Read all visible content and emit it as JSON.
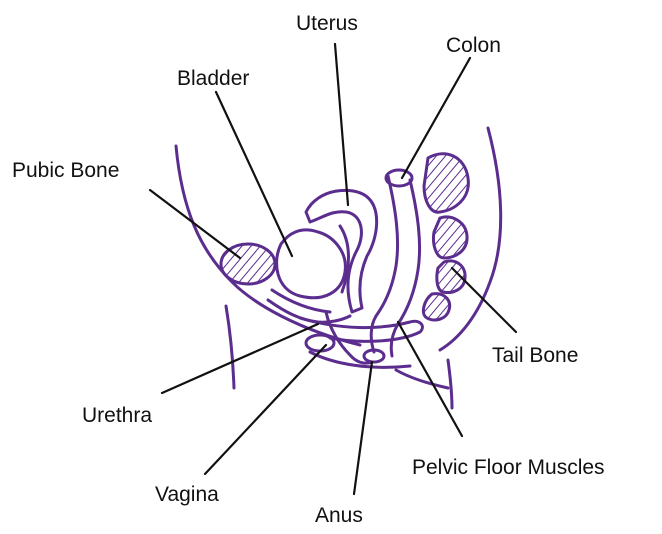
{
  "diagram": {
    "labels": {
      "uterus": "Uterus",
      "colon": "Colon",
      "bladder": "Bladder",
      "pubic_bone": "Pubic Bone",
      "tail_bone": "Tail Bone",
      "urethra": "Urethra",
      "pelvic_floor_muscles": "Pelvic Floor Muscles",
      "vagina": "Vagina",
      "anus": "Anus"
    },
    "colors": {
      "anatomy_stroke": "#5b2d8e",
      "leader_line": "#111111",
      "label_text": "#111111",
      "background": "#ffffff"
    }
  }
}
